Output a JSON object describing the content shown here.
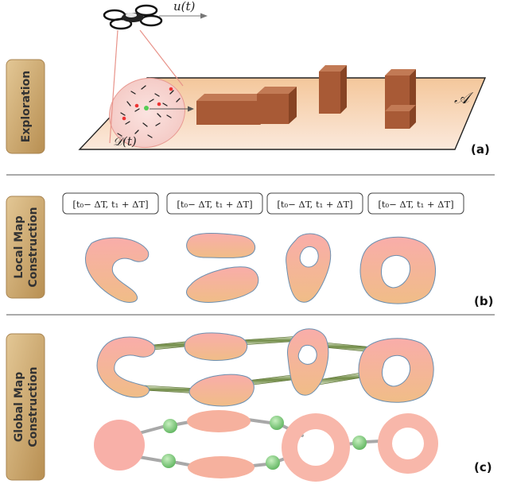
{
  "panels": {
    "exploration": {
      "side_label": "Exploration",
      "tag": "(a)",
      "control_label": "u(t)",
      "area_label": "𝒜",
      "sensor_label": "𝒟(t)"
    },
    "local": {
      "side_label_line1": "Local Map",
      "side_label_line2": "Construction",
      "tag": "(b)",
      "intervals": [
        "[t₀− ΔT, t₁ + ΔT]",
        "[t₀− ΔT, t₁ + ΔT]",
        "[t₀− ΔT, t₁ + ΔT]",
        "[t₀− ΔT, t₁ + ΔT]"
      ]
    },
    "global": {
      "side_label_line1": "Global Map",
      "side_label_line2": "Construction",
      "tag": "(c)"
    }
  },
  "colors": {
    "label_box": "#c9a56a",
    "blob_pink": "#f7b3ad",
    "blob_orange": "#f2b98a",
    "box_brown": "#a85a36",
    "node_green": "#7fcf7f",
    "edge_gray": "#999999"
  },
  "icons": [
    "drone-icon",
    "person-icon"
  ]
}
